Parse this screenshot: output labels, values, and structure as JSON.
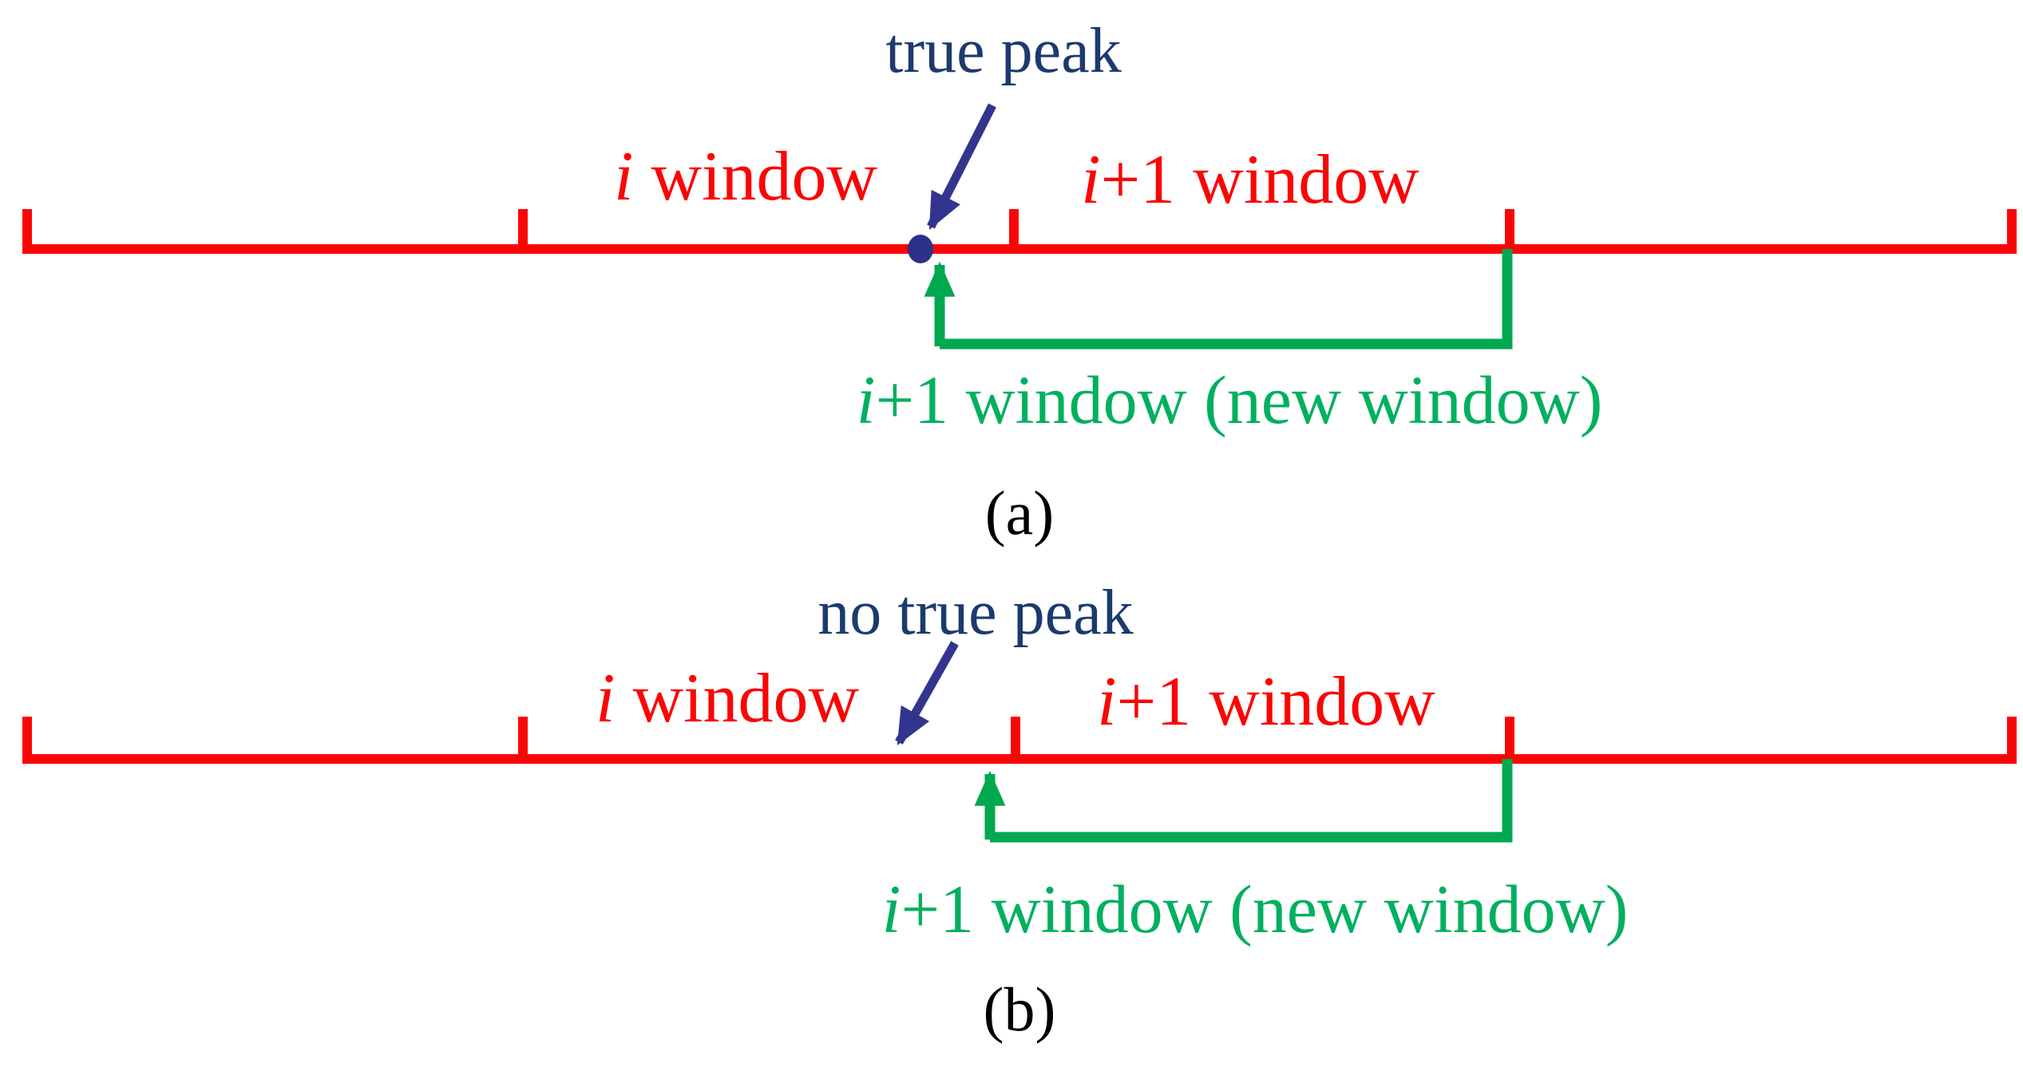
{
  "colors": {
    "timeline_red": "#FA0505",
    "bracket_green": "#00A850",
    "text_green": "#00B05F",
    "annotation_navy": "#1C3A6E",
    "arrow_navy": "#33348E",
    "dot_navy": "#2D3189",
    "caption_black": "#000000"
  },
  "panels": [
    {
      "caption": "(a)",
      "peak_annotation": "true peak",
      "has_peak_dot": true,
      "window_i": {
        "italic": "i",
        "rest": " window"
      },
      "window_i1": {
        "italic": "i",
        "rest": "+1 window"
      },
      "new_window": {
        "italic": "i",
        "rest": "+1 window (new window)"
      }
    },
    {
      "caption": "(b)",
      "peak_annotation": "no true peak",
      "has_peak_dot": false,
      "window_i": {
        "italic": "i",
        "rest": " window"
      },
      "window_i1": {
        "italic": "i",
        "rest": "+1 window"
      },
      "new_window": {
        "italic": "i",
        "rest": "+1 window (new window)"
      }
    }
  ]
}
